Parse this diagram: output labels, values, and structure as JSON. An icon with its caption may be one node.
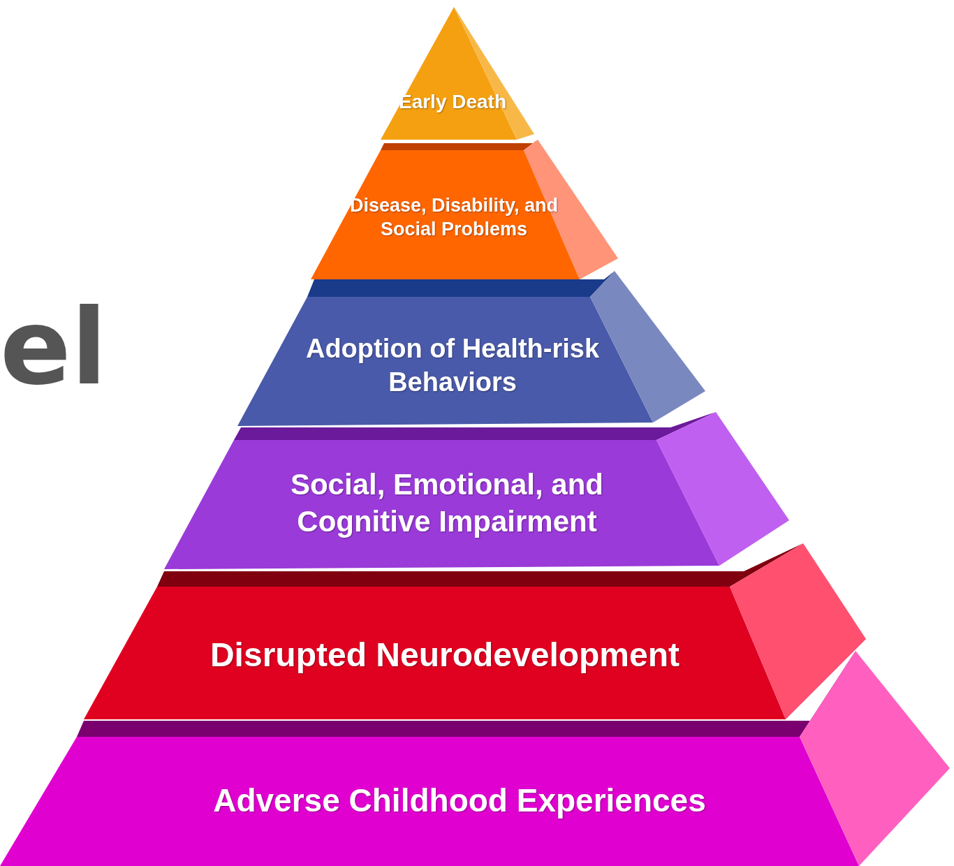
{
  "diagram": {
    "nodes": [
      {
        "text": [
          "Early Death"
        ]
      },
      {
        "text": [
          "Disease, Disability, and Social Problems"
        ]
      },
      {
        "text": [
          "Adoption of Health-risk Behaviors"
        ]
      },
      {
        "text": [
          "Social, Emotional, and Cognitive Impairment"
        ]
      },
      {
        "text": [
          "Disrupted Neurodevelopment"
        ]
      },
      {
        "text": [
          "Adverse Childhood Experiences"
        ]
      }
    ],
    "labels": [
      "el"
    ]
  }
}
